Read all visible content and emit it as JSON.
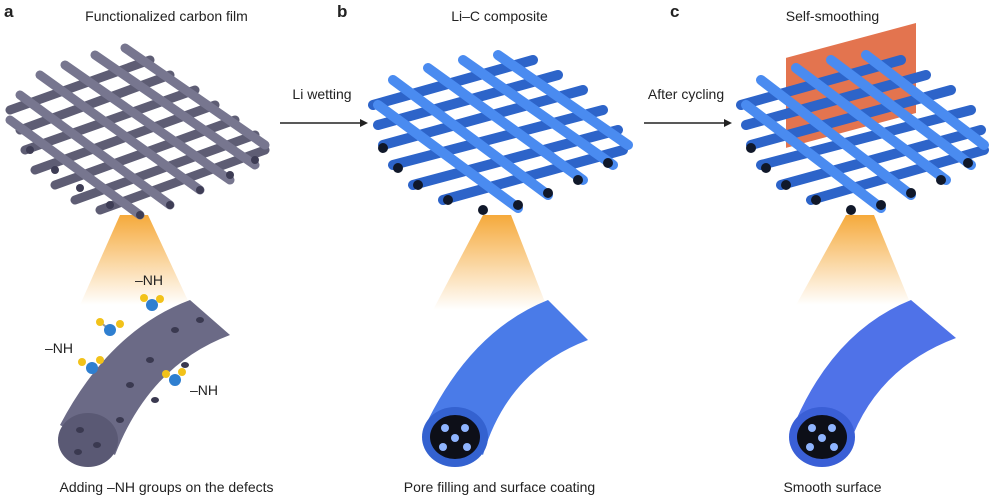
{
  "panels": [
    {
      "label": "a",
      "title": "Functionalized carbon film",
      "caption": "Adding –NH groups on the defects"
    },
    {
      "label": "b",
      "title": "Li–C composite",
      "caption": "Pore filling and surface coating"
    },
    {
      "label": "c",
      "title": "Self-smoothing",
      "caption": "Smooth surface"
    }
  ],
  "arrows": [
    {
      "label": "Li wetting"
    },
    {
      "label": "After cycling"
    }
  ],
  "group_labels": [
    "–NH",
    "–NH",
    "–NH"
  ],
  "colors": {
    "carbon_fiber": "#6b6a86",
    "lithium_fiber": "#3c7be6",
    "smooth_fiber": "#4f72e8",
    "lithium_core": "#e0663c",
    "zoom_beam": "#f5a531",
    "nitrogen": "#2f7fd0",
    "hydrogen": "#f2c21a"
  }
}
